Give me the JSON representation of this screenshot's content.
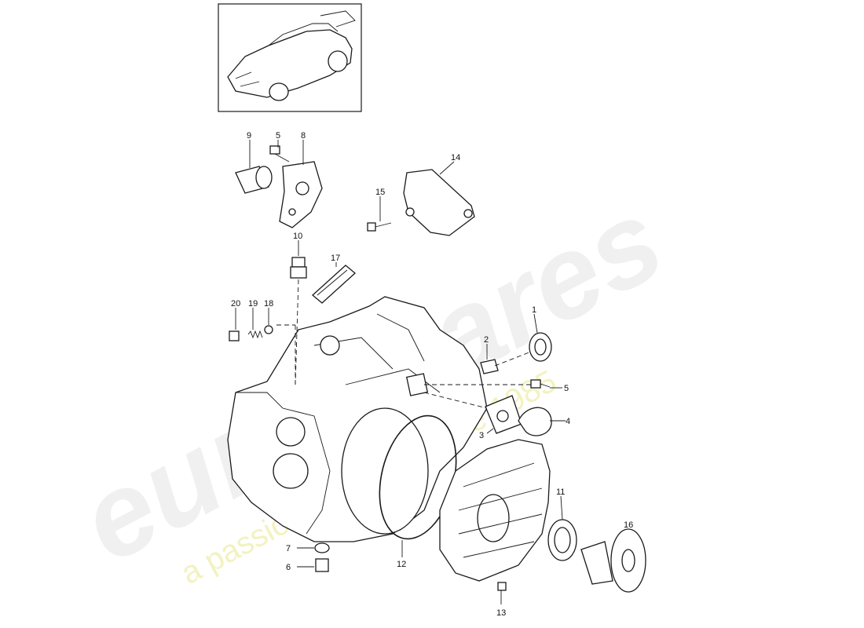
{
  "watermark": {
    "logo": "eurospares",
    "tagline": "a passion for parts since 1985"
  },
  "thumbnail": {
    "icon": "car-thumbnail-icon"
  },
  "callouts": [
    "9",
    "5",
    "8",
    "14",
    "15",
    "10",
    "17",
    "20",
    "19",
    "18",
    "1",
    "2",
    "5",
    "4",
    "3",
    "11",
    "16",
    "7",
    "6",
    "12",
    "13"
  ]
}
